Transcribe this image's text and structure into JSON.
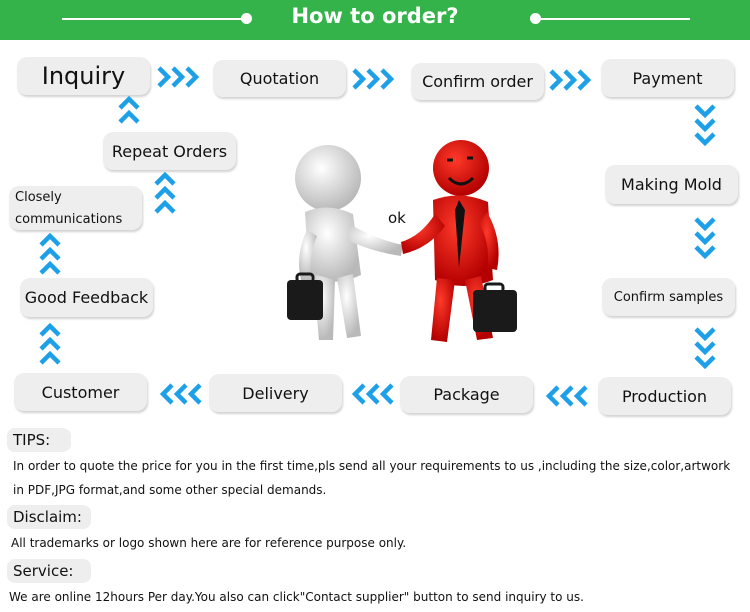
{
  "header": {
    "title": "How to order?"
  },
  "steps": {
    "inquiry": "Inquiry",
    "quotation": "Quotation",
    "confirm_order": "Confirm order",
    "payment": "Payment",
    "making_mold": "Making Mold",
    "confirm_samples": "Confirm samples",
    "production": "Production",
    "package": "Package",
    "delivery": "Delivery",
    "customer": "Customer",
    "good_feedback": "Good Feedback",
    "closely_line1": "Closely",
    "closely_line2": "communications",
    "repeat_orders": "Repeat Orders"
  },
  "scene": {
    "ok": "ok"
  },
  "tips": {
    "title": "TIPS:",
    "line1": "In order to quote the price for you in the first time,pls send all your requirements to us ,including the size,color,artwork",
    "line2": "in PDF,JPG format,and some other special demands."
  },
  "disclaim": {
    "title": "Disclaim:",
    "text": "All trademarks or logo shown here are for reference purpose only."
  },
  "service": {
    "title": "Service:",
    "text": "We are online 12hours Per day.You also can click\"Contact supplier\" button to send inquiry to us."
  },
  "colors": {
    "header_green": "#33b34a",
    "arrow_blue": "#1ea0e8",
    "step_bg": "#eeeeee"
  }
}
